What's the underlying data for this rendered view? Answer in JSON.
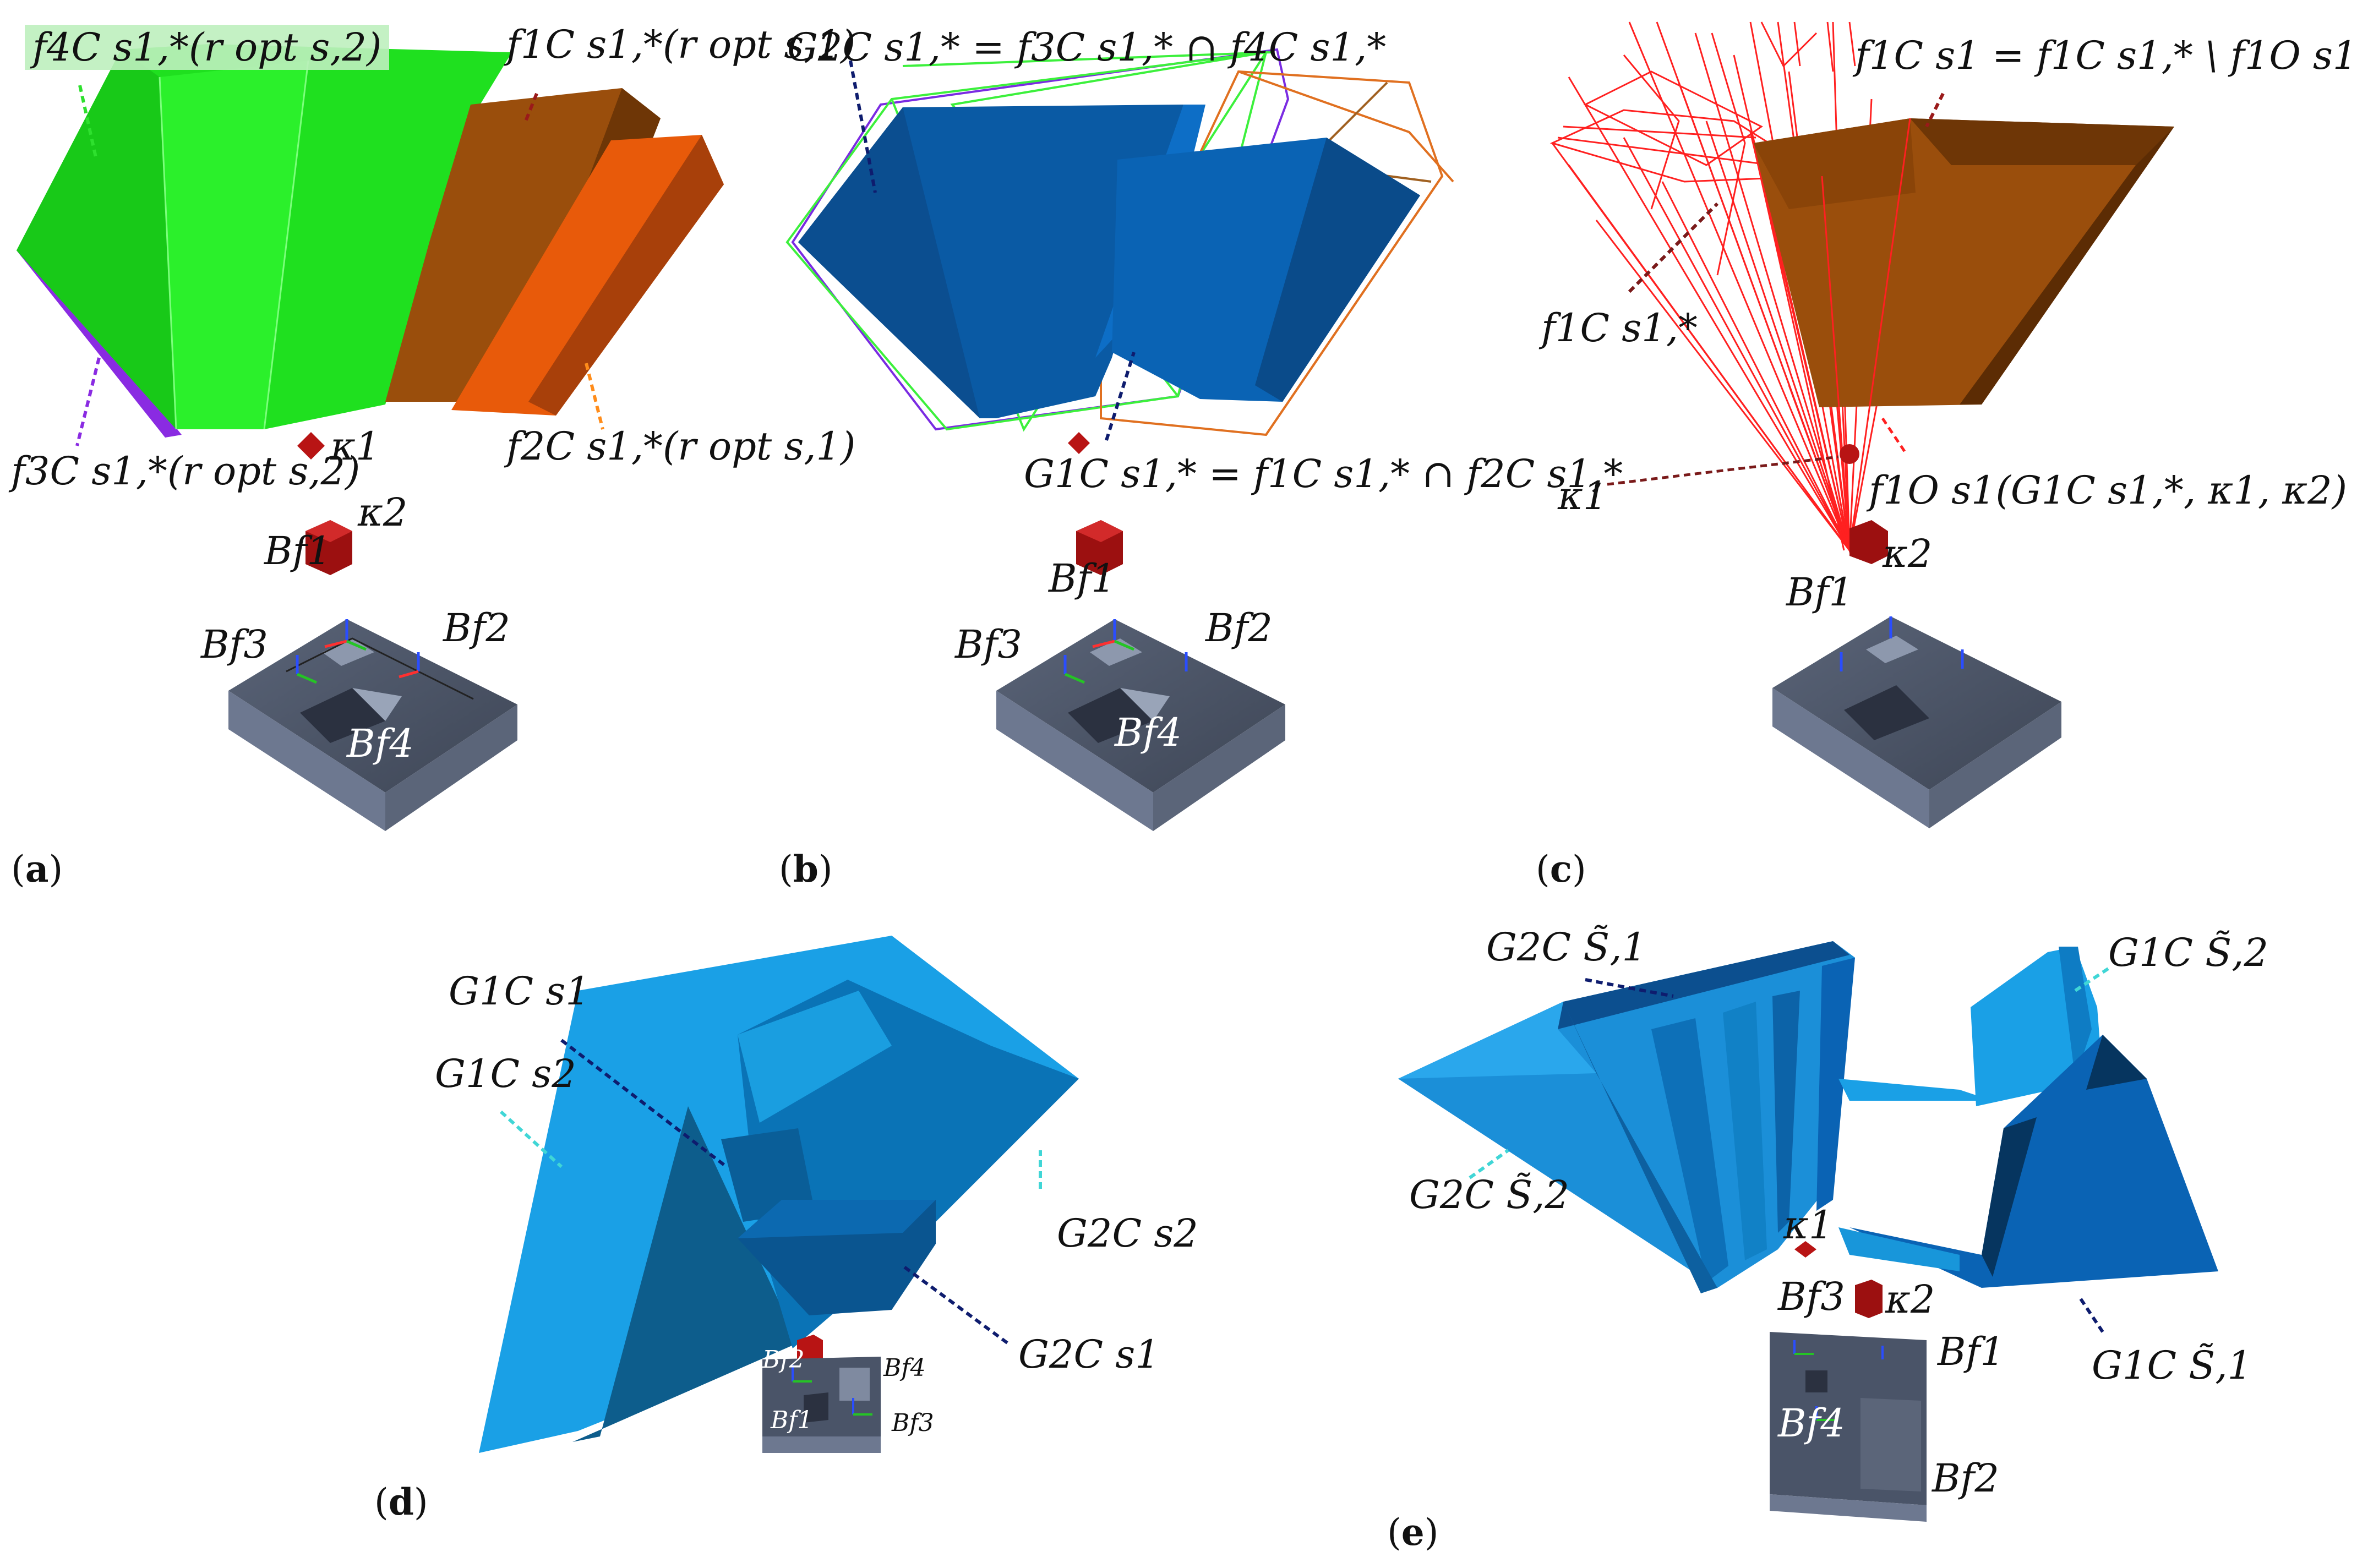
{
  "panels": {
    "a": {
      "tag": "a",
      "labels": {
        "f4": "f4C s1,*(r opt s,2)",
        "f1": "f1C s1,*(r opt s,1)",
        "f3": "f3C s1,*(r opt s,2)",
        "f2": "f2C s1,*(r opt s,1)",
        "k1": "κ1",
        "k2": "κ2",
        "bf1": "Bf1",
        "bf2": "Bf2",
        "bf3": "Bf3",
        "bf4": "Bf4"
      }
    },
    "b": {
      "tag": "b",
      "labels": {
        "g2": "G2C s1,* = f3C s1,* ∩ f4C s1,*",
        "g1": "G1C s1,* = f1C s1,* ∩ f2C s1,*",
        "bf1": "Bf1",
        "bf2": "Bf2",
        "bf3": "Bf3",
        "bf4": "Bf4"
      }
    },
    "c": {
      "tag": "c",
      "labels": {
        "f1cs1": "f1C s1 = f1C s1,* \\ f1O s1",
        "f1cstar": "f1C s1,*",
        "k1": "κ1",
        "obst": "f1O s1(G1C s1,*, κ1, κ2)",
        "k2": "κ2",
        "bf1": "Bf1"
      }
    },
    "d": {
      "tag": "d",
      "labels": {
        "g1s1": "G1C s1",
        "g1s2": "G1C s2",
        "g2s2": "G2C s2",
        "g2s1": "G2C s1",
        "bf1": "Bf1",
        "bf2": "Bf2",
        "bf3": "Bf3",
        "bf4": "Bf4"
      }
    },
    "e": {
      "tag": "e",
      "labels": {
        "g2s1": "G2C S̃,1",
        "g1s2": "G1C S̃,2",
        "g2s2": "G2C S̃,2",
        "g1s1": "G1C S̃,1",
        "k1": "κ1",
        "k2": "κ2",
        "bf1": "Bf1",
        "bf2": "Bf2",
        "bf3": "Bf3",
        "bf4": "Bf4"
      }
    }
  },
  "colors": {
    "green": "#1fe01f",
    "green_dark": "#12b012",
    "brown": "#9a4e0c",
    "orange": "#e85a0a",
    "purple": "#8a2be2",
    "blue": "#0a63b4",
    "blue_dark": "#0c4f8f",
    "light_blue": "#1aa0e6",
    "red_wire": "#ff2020",
    "fixture": "#4c566a",
    "cube": "#b81414"
  }
}
